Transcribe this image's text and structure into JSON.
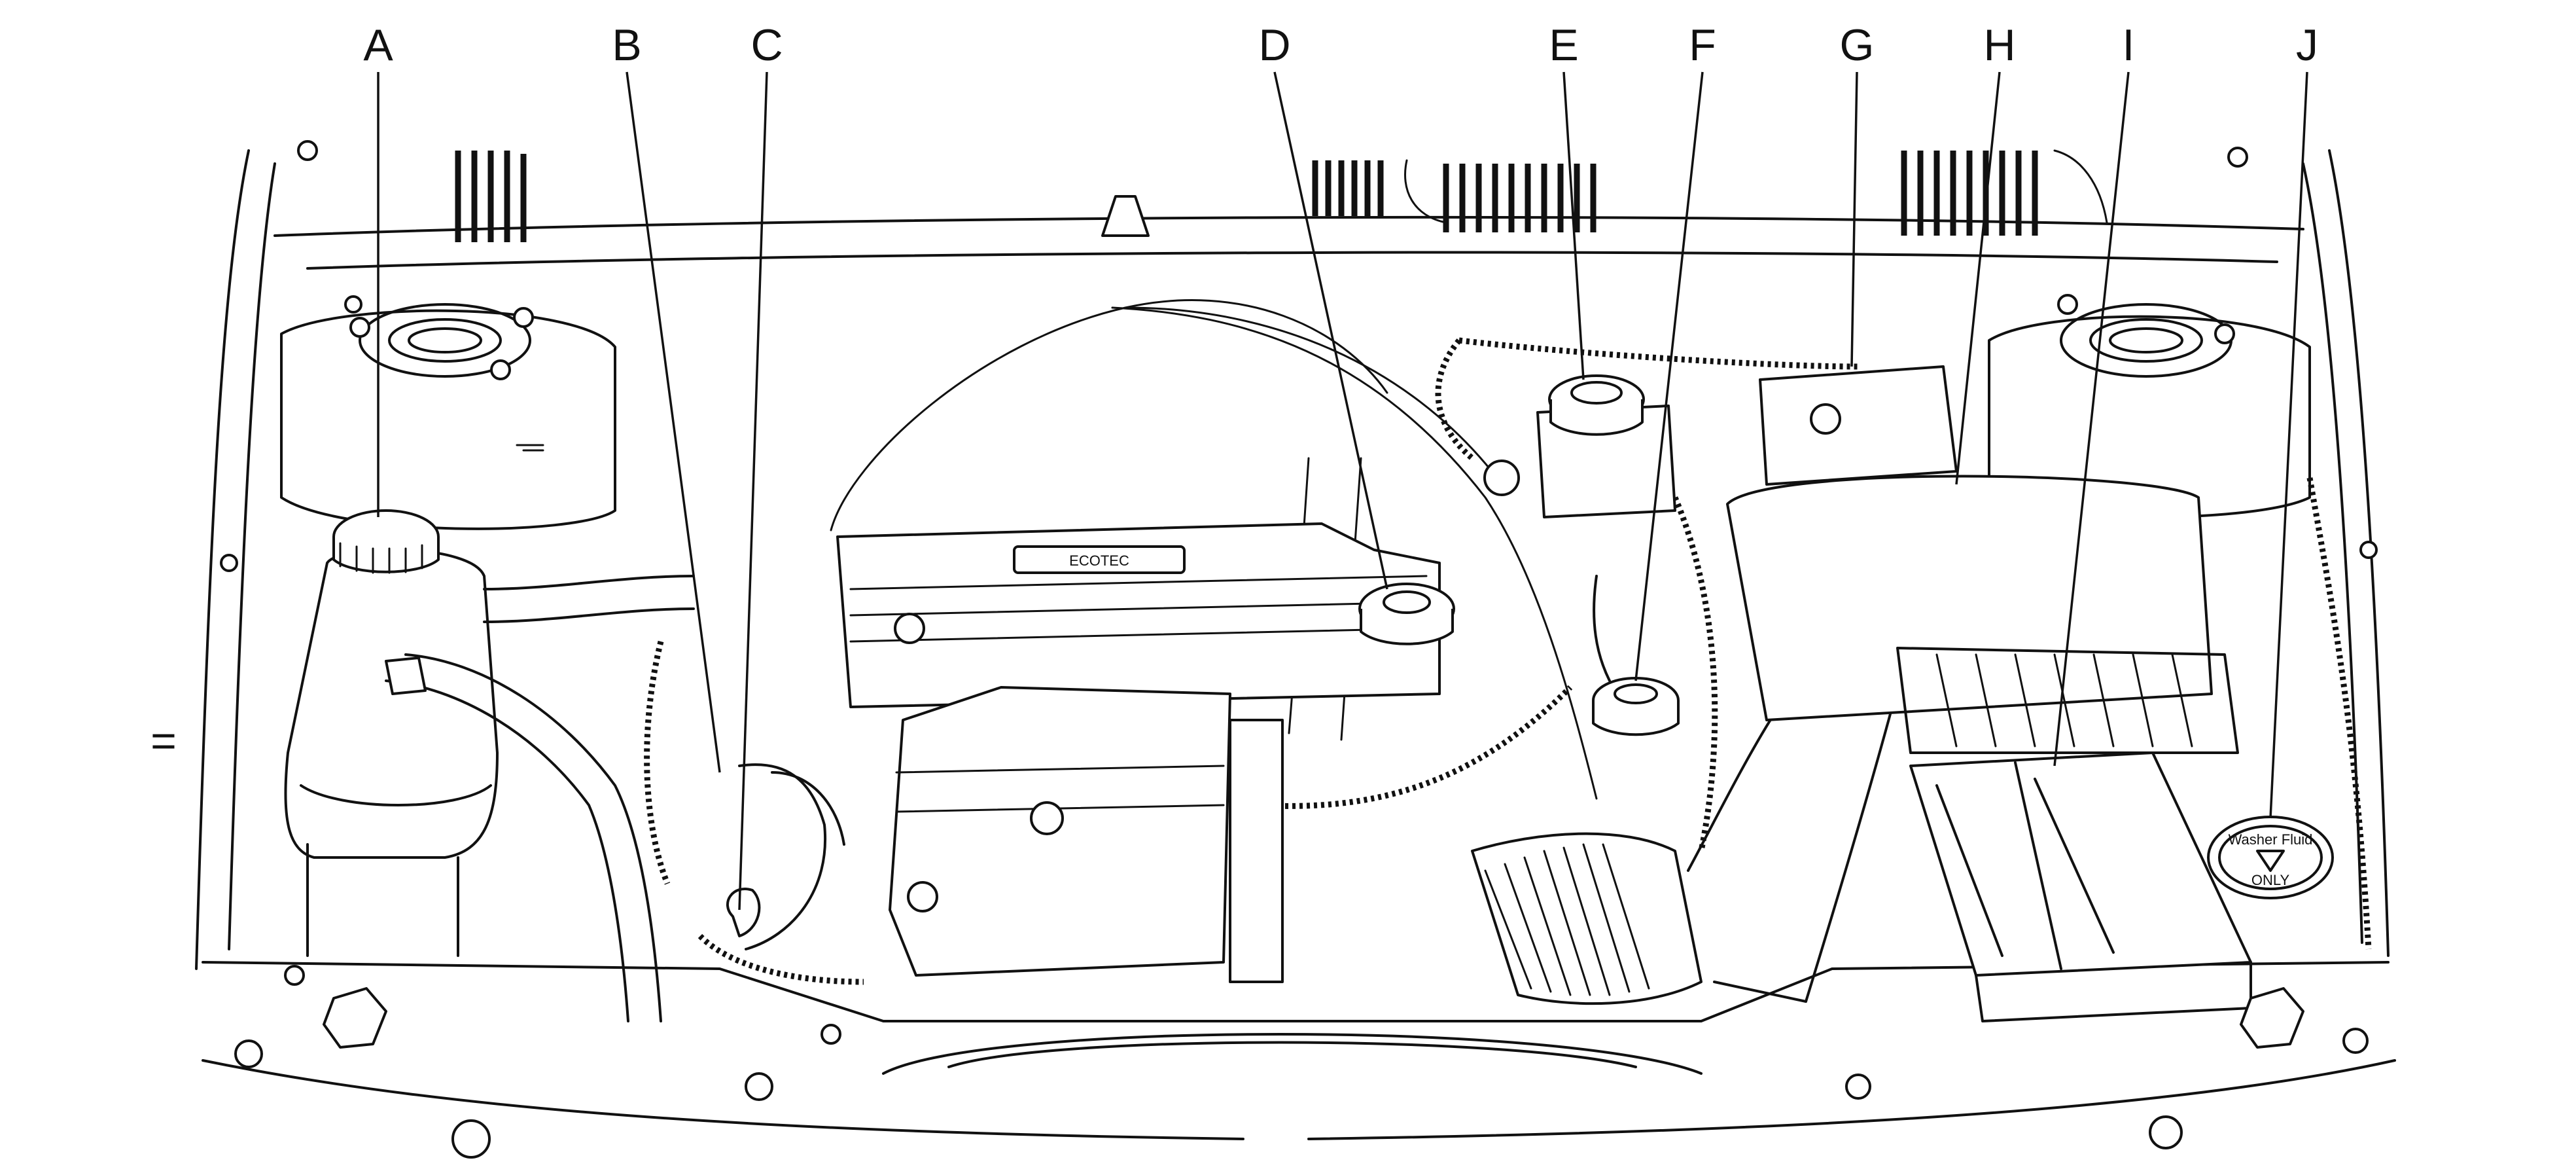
{
  "diagram": {
    "callouts": [
      {
        "id": "A",
        "label": "A"
      },
      {
        "id": "B",
        "label": "B"
      },
      {
        "id": "C",
        "label": "C"
      },
      {
        "id": "D",
        "label": "D"
      },
      {
        "id": "E",
        "label": "E"
      },
      {
        "id": "F",
        "label": "F"
      },
      {
        "id": "G",
        "label": "G"
      },
      {
        "id": "H",
        "label": "H"
      },
      {
        "id": "I",
        "label": "I"
      },
      {
        "id": "J",
        "label": "J"
      }
    ],
    "engine_cover_text": "ECOTEC",
    "washer_cap_text": {
      "line1": "Washer Fluid",
      "line2": "ONLY"
    },
    "edge_marks": {
      "left_equals": "="
    }
  }
}
